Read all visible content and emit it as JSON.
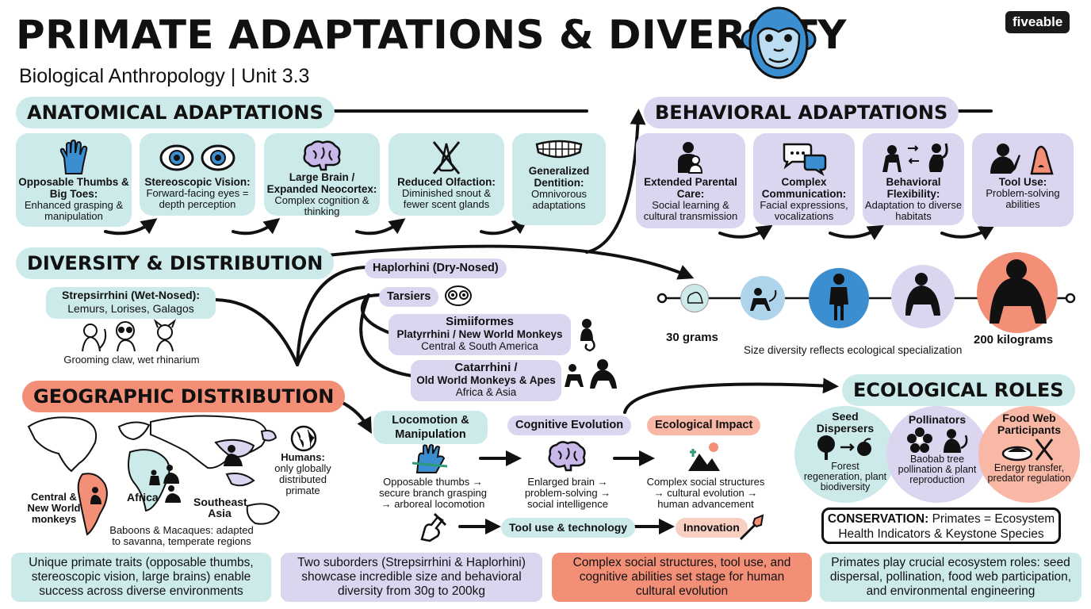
{
  "title": "PRIMATE ADAPTATIONS & DIVERSITY",
  "subtitle": "Biological Anthropology | Unit 3.3",
  "brand": "fiveable",
  "colors": {
    "teal": "#cdeaea",
    "purple": "#dcd5f0",
    "salmon": "#f38f77",
    "blue": "#3b8fd0"
  },
  "anatomical": {
    "header": "ANATOMICAL ADAPTATIONS",
    "cards": [
      {
        "icon": "hand-icon",
        "title": "Opposable Thumbs & Big Toes:",
        "desc": "Enhanced grasping & manipulation"
      },
      {
        "icon": "eyes-icon",
        "title": "Stereoscopic Vision:",
        "desc": "Forward-facing eyes = depth perception"
      },
      {
        "icon": "brain-icon",
        "title": "Large Brain / Expanded Neocortex:",
        "desc": "Complex cognition & thinking"
      },
      {
        "icon": "nose-crossed-icon",
        "title": "Reduced Olfaction:",
        "desc": "Diminished snout & fewer scent glands"
      },
      {
        "icon": "teeth-icon",
        "title": "Generalized Dentition:",
        "desc": "Omnivorous adaptations"
      }
    ]
  },
  "behavioral": {
    "header": "BEHAVIORAL ADAPTATIONS",
    "cards": [
      {
        "icon": "parent-child-icon",
        "title": "Extended Parental Care:",
        "desc": "Social learning & cultural transmission"
      },
      {
        "icon": "speech-bubbles-icon",
        "title": "Complex Communication:",
        "desc": "Facial expressions, vocalizations"
      },
      {
        "icon": "monkey-switch-icon",
        "title": "Behavioral Flexibility:",
        "desc": "Adaptation to diverse habitats"
      },
      {
        "icon": "termite-fishing-icon",
        "title": "Tool Use:",
        "desc": "Problem-solving abilities"
      }
    ]
  },
  "diversity": {
    "header": "DIVERSITY & DISTRIBUTION",
    "strep_title": "Strepsirrhini (Wet-Nosed):",
    "strep_desc": "Lemurs, Lorises, Galagos",
    "strep_note": "Grooming claw, wet rhinarium",
    "haplo": "Haplorhini (Dry-Nosed)",
    "tarsiers": "Tarsiers",
    "simii_title": "Simiiformes",
    "platy": "Platyrrhini / New World Monkeys",
    "platy_loc": "Central & South America",
    "catar_title": "Catarrhini /",
    "catar": "Old World Monkeys & Apes",
    "catar_loc": "Africa & Asia"
  },
  "size": {
    "min": "30 grams",
    "max": "200 kilograms",
    "caption": "Size diversity reflects ecological specialization"
  },
  "geo": {
    "header": "GEOGRAPHIC DISTRIBUTION",
    "central": "Central & New World monkeys",
    "africa": "Africa",
    "seasia": "Southeast Asia",
    "humans": "Humans:",
    "humans_desc": "only globally distributed primate",
    "baboons": "Baboons & Macaques: adapted to savanna, temperate regions"
  },
  "evolution": {
    "locomotion": "Locomotion & Manipulation",
    "cognitive": "Cognitive Evolution",
    "impact": "Ecological Impact",
    "loco_desc": "Opposable thumbs → secure branch grasping → arboreal locomotion",
    "cog_desc": "Enlarged brain → problem-solving → social intelligence",
    "impact_desc": "Complex social structures → cultural evolution → human advancement",
    "tools": "Tool use & technology",
    "innovation": "Innovation"
  },
  "ecological": {
    "header": "ECOLOGICAL ROLES",
    "roles": [
      {
        "title": "Seed Dispersers",
        "desc": "Forest regeneration, plant biodiversity"
      },
      {
        "title": "Pollinators",
        "desc": "Baobab tree pollination & plant reproduction"
      },
      {
        "title": "Food Web Participants",
        "desc": "Energy transfer, predator regulation"
      }
    ],
    "conservation_label": "CONSERVATION:",
    "conservation": " Primates = Ecosystem Health Indicators & Keystone Species"
  },
  "summary": [
    "Unique primate traits (opposable thumbs, stereoscopic vision, large brains) enable success across diverse environments",
    "Two suborders (Strepsirrhini & Haplorhini) showcase incredible size and behavioral diversity from 30g to 200kg",
    "Complex social structures, tool use, and cognitive abilities set stage for human cultural evolution",
    "Primates play crucial ecosystem roles: seed dispersal, pollination, food web participation, and environmental engineering"
  ]
}
